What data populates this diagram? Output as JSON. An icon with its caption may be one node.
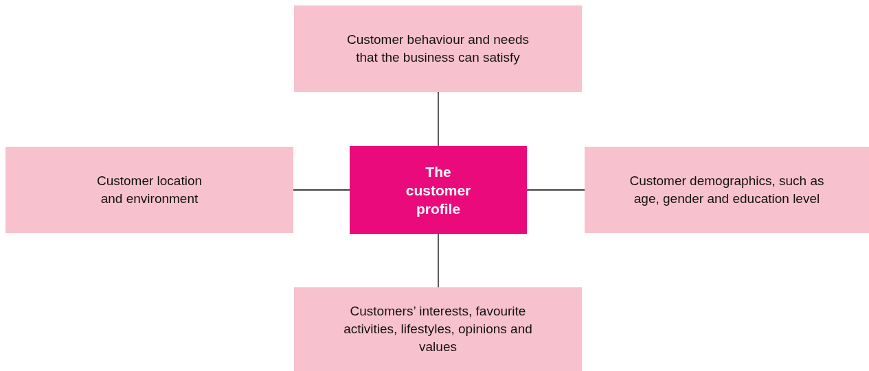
{
  "diagram": {
    "nodes": [
      {
        "text": [
          "Customer behaviour and needs that the business can satisfy"
        ]
      },
      {
        "text": [
          "Customer location and environment"
        ]
      },
      {
        "text": [
          "The customer profile"
        ]
      },
      {
        "text": [
          "Customer demographics, such as age, gender and education level"
        ]
      },
      {
        "text": [
          "Customers’ interests, favourite activities, lifestyles, opinions and values"
        ]
      }
    ],
    "edges": [
      {
        "from": 2,
        "to": 0,
        "arrow": "none"
      },
      {
        "from": 2,
        "to": 1,
        "arrow": "none"
      },
      {
        "from": 2,
        "to": 3,
        "arrow": "none"
      },
      {
        "from": 2,
        "to": 4,
        "arrow": "none"
      }
    ]
  }
}
